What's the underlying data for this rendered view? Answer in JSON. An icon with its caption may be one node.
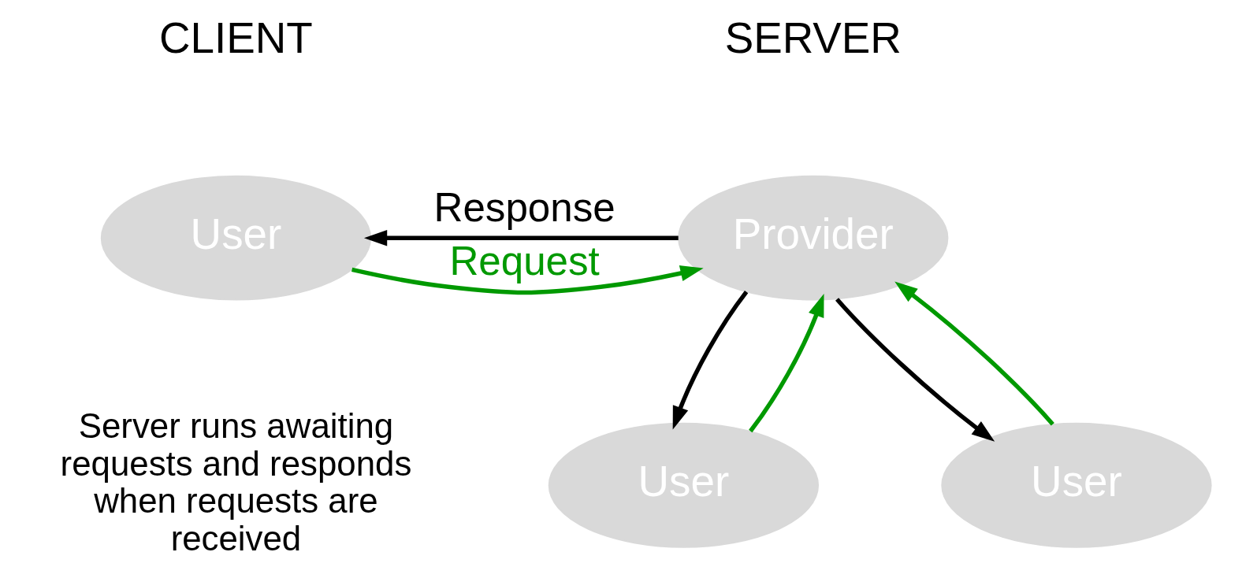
{
  "diagram": {
    "nodes": [
      {
        "text": [
          "User"
        ]
      },
      {
        "text": [
          "Provider"
        ]
      },
      {
        "text": [
          "User"
        ]
      },
      {
        "text": [
          "User"
        ]
      }
    ],
    "edges": [
      {
        "from": 0,
        "to": 1,
        "arrow": "to",
        "label": "Request",
        "color": "#009900"
      },
      {
        "from": 1,
        "to": 0,
        "arrow": "to",
        "label": "Response",
        "color": "#000000"
      },
      {
        "from": 2,
        "to": 1,
        "arrow": "to",
        "color": "#009900"
      },
      {
        "from": 1,
        "to": 2,
        "arrow": "to",
        "color": "#000000"
      },
      {
        "from": 3,
        "to": 1,
        "arrow": "to",
        "color": "#009900"
      },
      {
        "from": 1,
        "to": 3,
        "arrow": "to",
        "color": "#000000"
      }
    ],
    "labels": [
      "CLIENT",
      "SERVER",
      "Server runs awaiting requests and responds when requests are received"
    ]
  }
}
